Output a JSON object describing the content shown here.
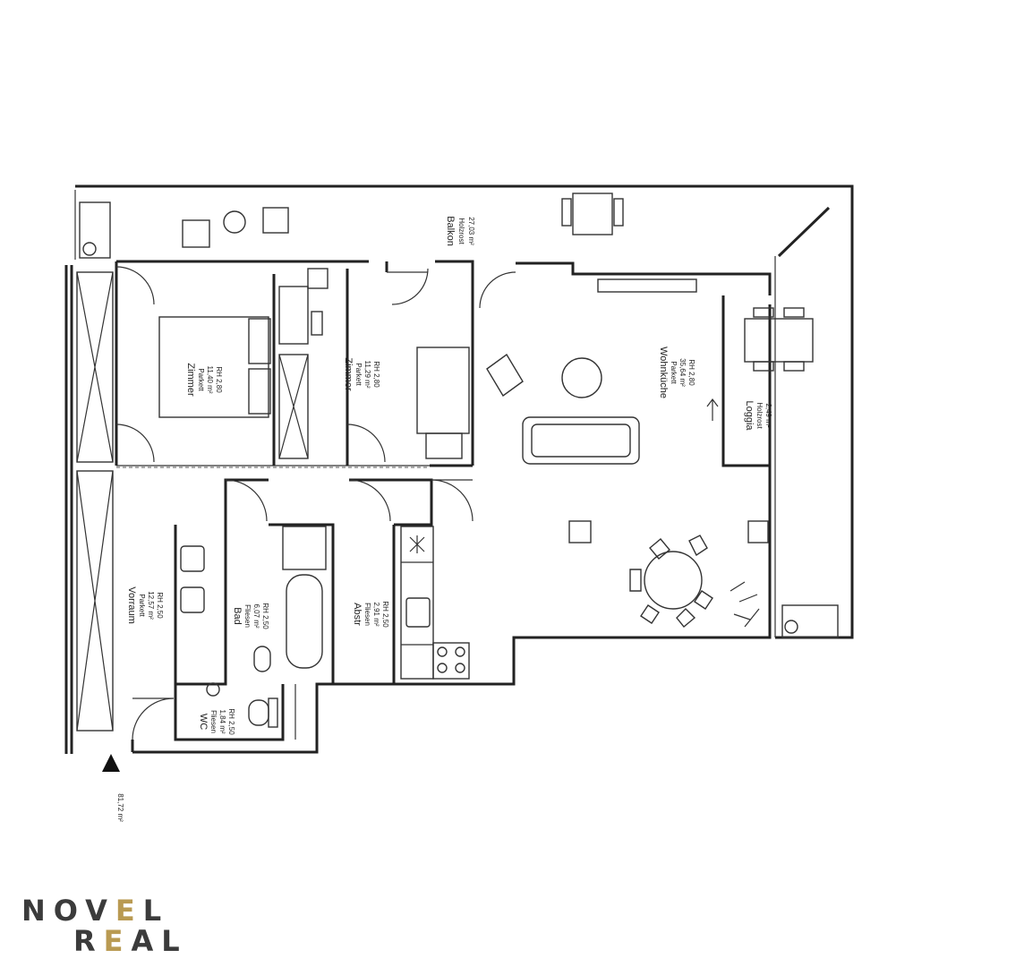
{
  "rooms": {
    "balkon": {
      "name": "Balkon",
      "floor": "Holzrost",
      "area": "27,03 m²"
    },
    "zimmer1": {
      "name": "Zimmer",
      "floor": "Parkett",
      "area": "11,40 m²",
      "height": "RH 2,80"
    },
    "zimmer2": {
      "name": "Zimmer",
      "floor": "Parkett",
      "area": "11,29 m²",
      "height": "RH 2,80"
    },
    "wohnkueche": {
      "name": "Wohnküche",
      "floor": "Parkett",
      "area": "35,64 m²",
      "height": "RH 2,80"
    },
    "loggia": {
      "name": "Loggia",
      "floor": "Holzrost",
      "area": "2,49 m²"
    },
    "vorraum": {
      "name": "Vorraum",
      "floor": "Parkett",
      "area": "12,57 m²",
      "height": "RH 2,50"
    },
    "bad": {
      "name": "Bad",
      "floor": "Fliesen",
      "area": "6,07 m²",
      "height": "RH 2,50"
    },
    "abstr": {
      "name": "Abstr",
      "floor": "Fliesen",
      "area": "2,91 m²",
      "height": "RH 2,50"
    },
    "wc": {
      "name": "WC",
      "floor": "Fliesen",
      "area": "1,84 m²",
      "height": "RH 2,50"
    }
  },
  "total_area": "81,72 m²",
  "logo": {
    "line1_a": "NOV",
    "line1_e": "E",
    "line1_b": "L",
    "line2_a": "R",
    "line2_e": "E",
    "line2_b": "AL"
  },
  "colors": {
    "accent": "#b99a52",
    "text": "#3b3b3b"
  }
}
